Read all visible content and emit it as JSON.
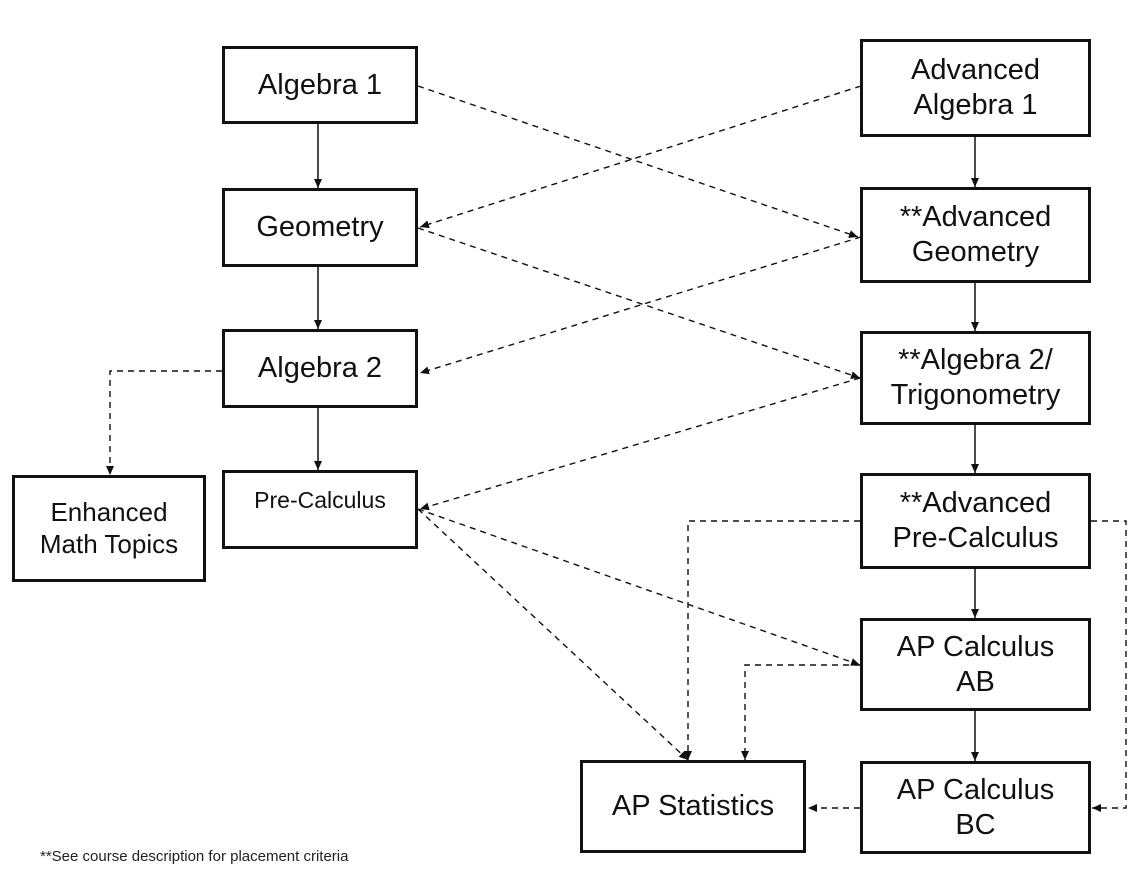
{
  "nodes": {
    "algebra1": "Algebra 1",
    "geometry": "Geometry",
    "algebra2": "Algebra 2",
    "precalc": "Pre-Calculus",
    "enhanced": "Enhanced\nMath Topics",
    "adv_algebra1": "Advanced\nAlgebra 1",
    "adv_geometry": "**Advanced\nGeometry",
    "alg2_trig": "**Algebra 2/\nTrigonometry",
    "adv_precalc": "**Advanced\nPre-Calculus",
    "ap_calc_ab": "AP Calculus\nAB",
    "ap_calc_bc": "AP Calculus\nBC",
    "ap_stats": "AP Statistics"
  },
  "footnote": "**See course description for placement criteria",
  "colors": {
    "line": "#111111",
    "background": "#ffffff"
  }
}
